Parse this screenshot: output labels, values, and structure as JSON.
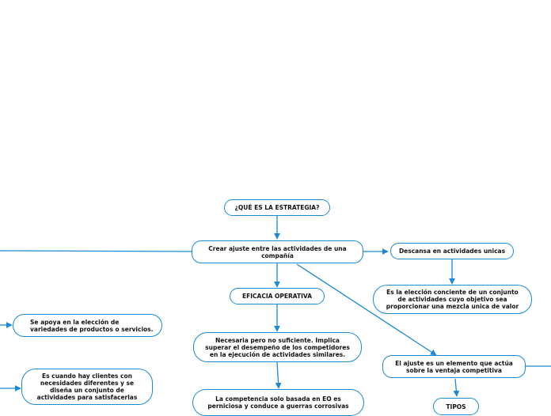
{
  "colors": {
    "line": "#1a8ad4",
    "node_border": "#1a8ad4",
    "text": "#111111",
    "background": "#ffffff"
  },
  "nodes": {
    "root": "¿QUÉ ES LA ESTRATEGIA?",
    "crear_ajuste": "Crear ajuste entre las actividades de una\ncompañía",
    "descansa": "Descansa en actividades unicas",
    "eleccion": "Es la elección conciente de un conjunto\nde actividades cuyo objetivo sea\nproporcionar una mezcla unica de valor",
    "eficacia": "EFICACIA OPERATIVA",
    "necesaria": "Necesaria pero no suficiente. Implica\nsuperar el desempeño de los competidores\nen la ejecución de actividades similares.",
    "competencia": "La competencia solo basada en EO es\nperniciosa y conduce a guerras corrosivas",
    "ajuste_elemento": "El ajuste es un elemento que actúa\nsobre la ventaja competitiva",
    "tipos": "TIPOS",
    "variedades": "Se apoya en la elección de\nvariedades de productos o servicios.",
    "necesidades": "Es cuando hay clientes con\nnecesidades diferentes y se\ndiseña un conjunto de\nactividades para satisfacerlas"
  }
}
